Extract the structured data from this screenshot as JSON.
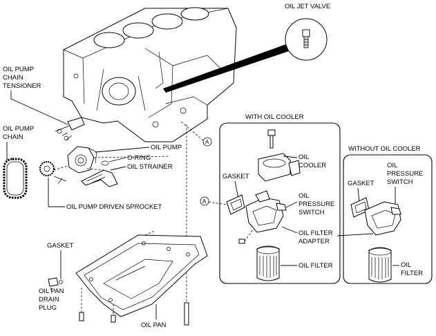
{
  "labels": {
    "oil_jet_valve": "OIL JET VALVE",
    "pump_chain_tensioner": [
      "OIL PUMP",
      "CHAIN",
      "TENSIONER"
    ],
    "pump_chain": [
      "OIL PUMP",
      "CHAIN"
    ],
    "oil_pump": "OIL PUMP",
    "o_ring": "O-RING",
    "oil_strainer": "OIL STRAINER",
    "driven_sprocket": "OIL PUMP DRIVEN SPROCKET",
    "gasket_pan": "GASKET",
    "drain_plug": [
      "OIL PAN",
      "DRAIN",
      "PLUG"
    ],
    "oil_pan": "OIL PAN",
    "ref_a": "A"
  },
  "with_cooler": {
    "title": "WITH OIL COOLER",
    "oil_cooler": [
      "OIL",
      "COOLER"
    ],
    "gasket": "GASKET",
    "pressure_switch": [
      "OIL",
      "PRESSURE",
      "SWITCH"
    ],
    "filter_adapter": [
      "OIL FILTER",
      "ADAPTER"
    ],
    "oil_filter": "OIL FILTER"
  },
  "without_cooler": {
    "title": "WITHOUT OIL COOLER",
    "pressure_switch": [
      "OIL",
      "PRESSURE",
      "SWITCH"
    ],
    "gasket": "GASKET",
    "oil_filter": [
      "OIL",
      "FILTER"
    ]
  }
}
